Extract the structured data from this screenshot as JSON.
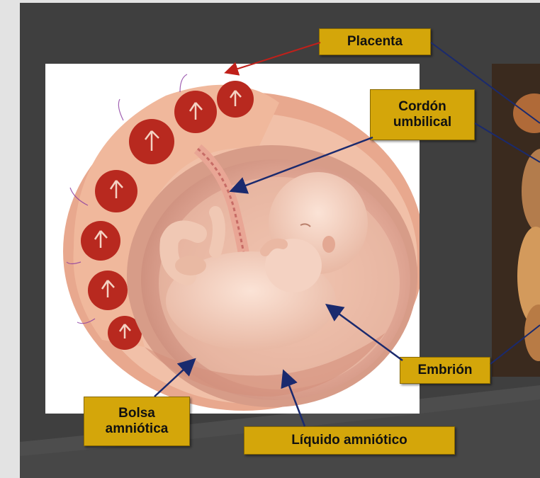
{
  "labels": {
    "placenta": "Placenta",
    "cordon_line1": "Cordón",
    "cordon_line2": "umbilical",
    "embrion": "Embrión",
    "bolsa_line1": "Bolsa",
    "bolsa_line2": "amniótica",
    "liquido": "Líquido amniótico"
  },
  "colors": {
    "label_fill": "#d4a60a",
    "slide_background": "#3f3f3f",
    "page_background": "#e3e3e3",
    "arrow_blue": "#1a2a6e",
    "arrow_red": "#c0201a"
  }
}
